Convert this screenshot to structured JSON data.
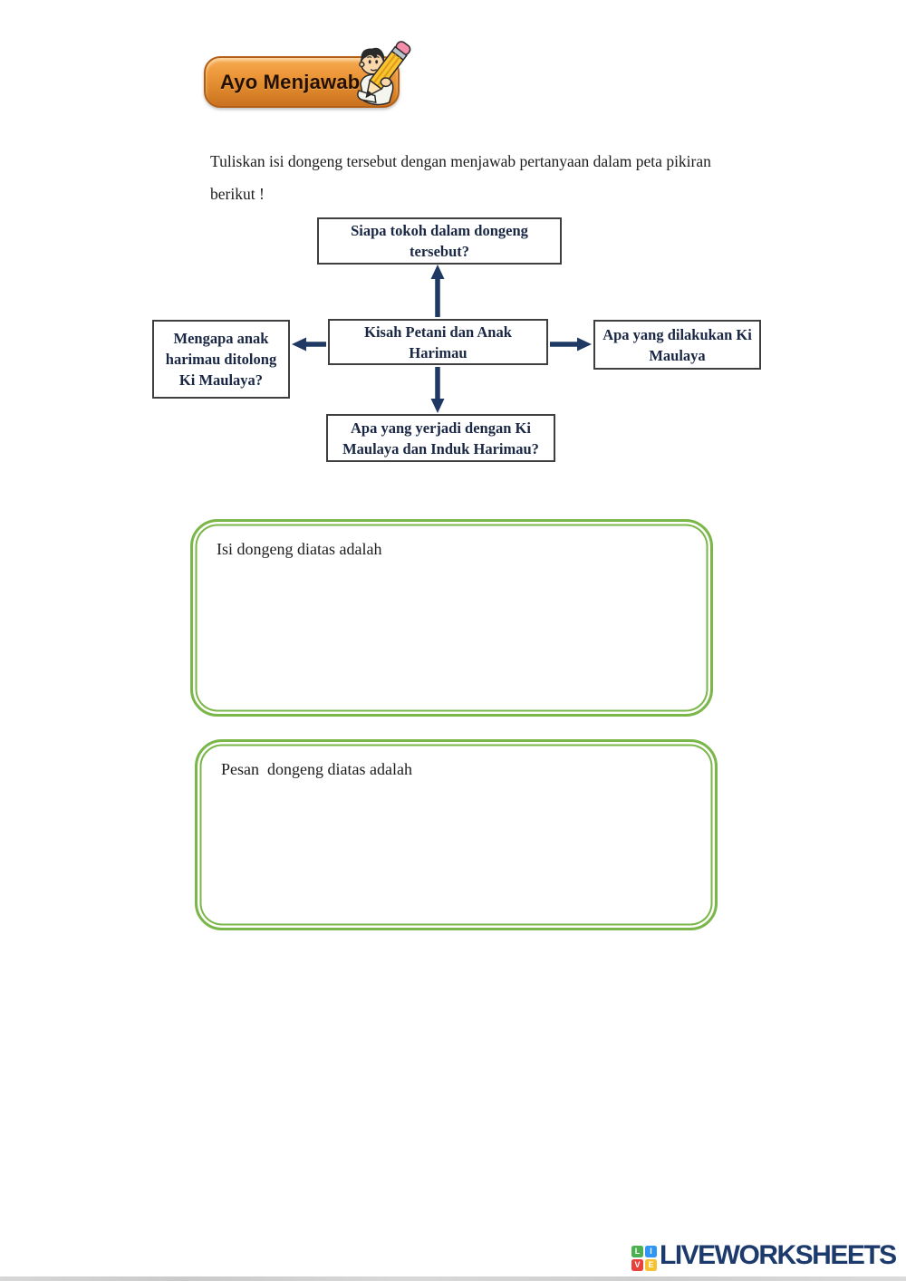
{
  "banner": {
    "label": "Ayo Menjawab"
  },
  "instruction": {
    "line1": "Tuliskan isi dongeng tersebut dengan menjawab pertanyaan dalam peta pikiran",
    "line2": "berikut !"
  },
  "diagram": {
    "top_box": "Siapa tokoh dalam dongeng tersebut?",
    "center_box": "Kisah Petani dan Anak Harimau",
    "left_box": "Mengapa anak harimau ditolong Ki Maulaya?",
    "right_box": "Apa yang dilakukan Ki Maulaya",
    "bottom_box": "Apa yang yerjadi dengan Ki Maulaya dan Induk Harimau?",
    "arrow_color": "#1f3864"
  },
  "answer_boxes": [
    {
      "label": "Isi dongeng diatas adalah"
    },
    {
      "label": "Pesan  dongeng diatas adalah"
    }
  ],
  "footer": {
    "brand": "LIVEWORKSHEETS",
    "logo_letters": [
      "L",
      "I",
      "V",
      "E"
    ],
    "logo_colors": {
      "L": "#4caf50",
      "I": "#2f96f3",
      "V": "#e8413c",
      "E": "#f7c02f"
    },
    "brand_color": "#1d3a6d"
  },
  "colors": {
    "banner_orange": "#e8923a",
    "answer_border_green": "#7ab648",
    "diagram_navy": "#1f3864"
  }
}
